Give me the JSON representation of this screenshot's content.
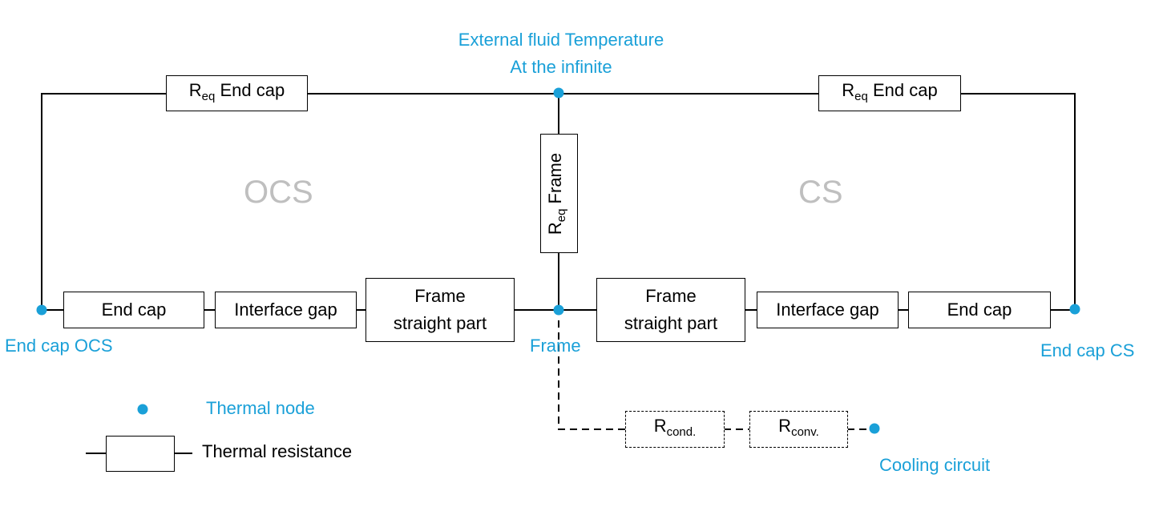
{
  "colors": {
    "node": "#1aa0d8",
    "label": "#1aa0d8",
    "region": "#bfbfbf",
    "line": "#000000"
  },
  "nodes": {
    "external": {
      "line1": "External fluid Temperature",
      "line2": "At the infinite"
    },
    "end_cap_ocs": "End cap OCS",
    "end_cap_cs": "End cap CS",
    "frame": "Frame",
    "cooling_circuit": "Cooling circuit"
  },
  "regions": {
    "left": "OCS",
    "right": "CS"
  },
  "resistors": {
    "req_end_cap_left": {
      "main": "R",
      "sub": "eq",
      "rest": " End cap"
    },
    "req_end_cap_right": {
      "main": "R",
      "sub": "eq",
      "rest": " End cap"
    },
    "req_frame": {
      "main": "R",
      "sub": "eq",
      "rest": " Frame"
    },
    "left_end_cap": "End cap",
    "left_interface_gap": "Interface gap",
    "left_frame_straight": {
      "line1": "Frame",
      "line2": "straight part"
    },
    "right_frame_straight": {
      "line1": "Frame",
      "line2": "straight part"
    },
    "right_interface_gap": "Interface gap",
    "right_end_cap": "End cap",
    "r_cond": {
      "main": "R",
      "sub": "cond."
    },
    "r_conv": {
      "main": "R",
      "sub": "conv."
    }
  },
  "legend": {
    "node_label": "Thermal node",
    "resistance_label": "Thermal resistance"
  }
}
